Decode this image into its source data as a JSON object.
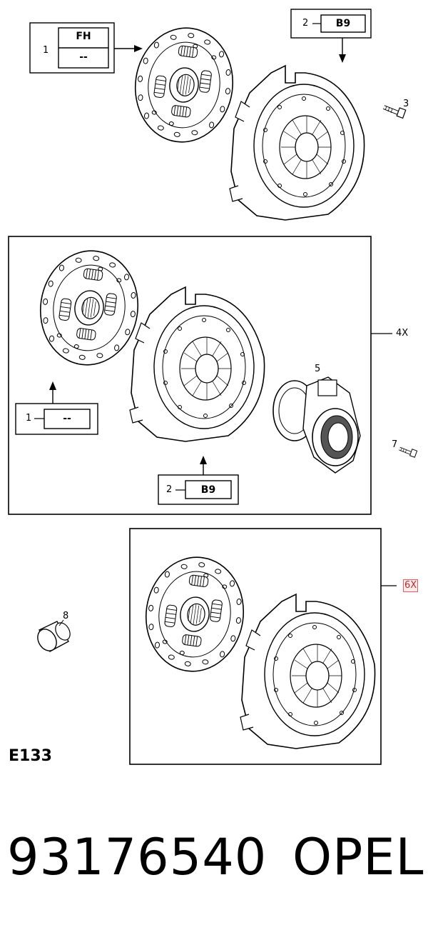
{
  "callouts": {
    "c1_top": {
      "num": "1",
      "top_code": "FH",
      "bottom_code": "--"
    },
    "c2_top": {
      "num": "2",
      "code": "B9"
    },
    "c3": "3",
    "c1_mid": {
      "num": "1",
      "code": "--"
    },
    "c2_mid": {
      "num": "2",
      "code": "B9"
    },
    "c4": "4X",
    "c5": "5",
    "c7": "7",
    "c8": "8",
    "c6": "6X"
  },
  "diagram_code": "E133",
  "part_number": "93176540",
  "brand": "OPEL"
}
